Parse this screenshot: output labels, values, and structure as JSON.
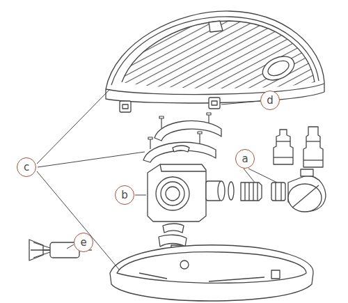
{
  "diagram": {
    "nodes": [
      {
        "text": [
          "d"
        ]
      },
      {
        "text": [
          "a"
        ]
      },
      {
        "text": [
          "c"
        ]
      },
      {
        "text": [
          "b"
        ]
      },
      {
        "text": [
          "e"
        ]
      }
    ]
  }
}
